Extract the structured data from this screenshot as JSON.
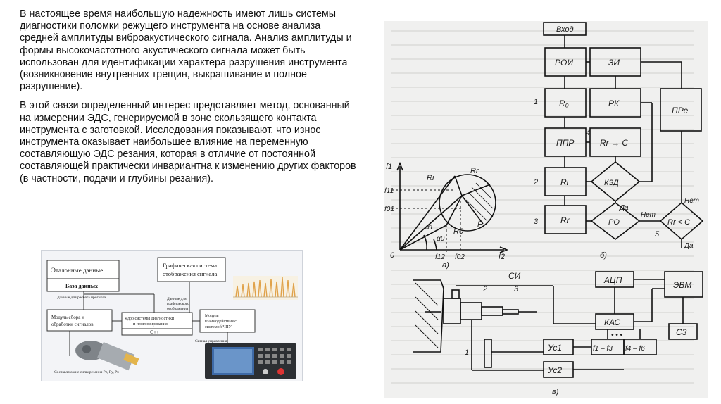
{
  "text": {
    "paragraph_1": "В настоящее время наибольшую надежность имеют лишь системы диагностики поломки режущего инструмента на основе анализа средней амплитуды виброакустического сигнала. Анализ амплитуды и формы высокочастотного акустического сигнала может быть использован для идентификации характера разрушения инструмента (возникновение внутренних трещин, выкрашивание и полное разрушение).",
    "paragraph_2": "В этой связи определенный интерес представляет метод, основанный на измерении ЭДС, генерируемой в зоне скользящего контакта инструмента с заготовкой. Исследования показывают, что износ инструмента оказывает наибольшее влияние на переменную составляющую ЭДС резания, которая в отличие от постоянной составляющей практически инвариантна к изменению других факторов (в частности, подачи и глубины резания)."
  },
  "left_diagram": {
    "reference_title": "Эталонные данные",
    "database": "База данных",
    "data_for_forecast": "Данные для расчета прогноза",
    "graphics_title_1": "Графическая система",
    "graphics_title_2": "отображения сигнала",
    "graphics_data_1": "Данные для",
    "graphics_data_2": "графического",
    "graphics_data_3": "отображения",
    "collection_1": "Модуль сбора и",
    "collection_2": "обработки сигналов",
    "core_1": "Ядро системы диагностики",
    "core_2": "и прогнозирования",
    "core_lang": "C++",
    "cnc_1": "Модуль",
    "cnc_2": "взаимодействия с",
    "cnc_3": "системой ЧПУ",
    "control_signal": "Сигнал управления",
    "forces": "Составляющие силы резания Pz, Py, Px"
  },
  "right_figure": {
    "input": "Вход",
    "roi": "РОИ",
    "zi": "ЗИ",
    "r0": "R₀",
    "pk": "РК",
    "ppr": "ППР",
    "rr_c": "Rr → C",
    "pre": "ПРе",
    "ri": "Ri",
    "kzd": "КЗД",
    "rr": "Rr",
    "ro": "РО",
    "rr_lt_c": "Rr < C",
    "yes": "Да",
    "no": "Нет",
    "n1": "1",
    "n2": "2",
    "n3": "3",
    "n4": "4",
    "n5": "5",
    "label_a": "а)",
    "label_b": "б)",
    "label_v": "в)",
    "graph_f1": "f1",
    "graph_f11": "f11",
    "graph_f01": "f01",
    "graph_f12": "f12",
    "graph_f02": "f02",
    "graph_f2": "f2",
    "graph_ri": "Ri",
    "graph_rr": "Rr",
    "graph_r0": "R0",
    "graph_a1": "α1",
    "graph_a0": "α0",
    "graph_o": "0",
    "graph_f": "F",
    "si": "СИ",
    "adc": "АЦП",
    "evm": "ЭВМ",
    "kas": "КАС",
    "s3": "С3",
    "us1": "Ус1",
    "us2": "Ус2",
    "f1f3": "f1 – f3",
    "f4f6": "f4 – f6",
    "dots": "• • •",
    "m1": "1",
    "m2": "2",
    "m3": "3"
  }
}
